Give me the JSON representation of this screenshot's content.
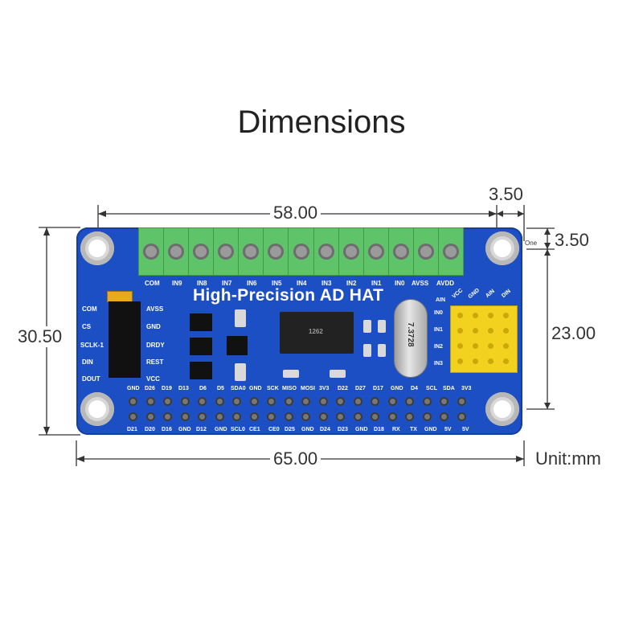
{
  "title": "Dimensions",
  "dimensions": {
    "width_top": "58.00",
    "offset_top_right": "3.50",
    "offset_right_top": "3.50",
    "height_left": "30.50",
    "height_right": "23.00",
    "width_bottom": "65.00",
    "unit": "Unit:mm",
    "small_note": "One"
  },
  "board": {
    "title": "High-Precision AD HAT",
    "terminal_labels": [
      "COM",
      "IN9",
      "IN8",
      "IN7",
      "IN6",
      "IN5",
      "IN4",
      "IN3",
      "IN2",
      "IN1",
      "IN0",
      "AVSS",
      "AVDD"
    ],
    "left_labels": [
      "COM",
      "CS",
      "SCLK-1",
      "DIN",
      "DOUT"
    ],
    "right_header_labels": [
      "AVSS",
      "GND",
      "DRDY",
      "REST",
      "VCC"
    ],
    "yellow_top_labels": [
      "AIN",
      "VCC",
      "GND",
      "AIN",
      "DIN"
    ],
    "yellow_side_labels": [
      "IN0",
      "IN1",
      "IN2",
      "IN3"
    ],
    "gpio_top_labels": [
      "GND",
      "D26",
      "D19",
      "D13",
      "D6",
      "D5",
      "SDA0",
      "GND",
      "SCK",
      "MISO",
      "MOSI",
      "3V3",
      "D22",
      "D27",
      "D17",
      "GND",
      "D4",
      "SCL",
      "SDA",
      "3V3"
    ],
    "gpio_bottom_labels": [
      "D21",
      "D20",
      "D16",
      "GND",
      "D12",
      "GND",
      "SCL0",
      "CE1",
      "CE0",
      "D25",
      "GND",
      "D24",
      "D23",
      "GND",
      "D18",
      "RX",
      "TX",
      "GND",
      "5V",
      "5V"
    ],
    "chip_text": "1262",
    "crystal_text": "7.3728"
  },
  "colors": {
    "board": "#1c4fc4",
    "terminal": "#5fc36a",
    "yellow_block": "#f2d21e",
    "jumper": "#e9a91c",
    "dimension_line": "#333333"
  }
}
